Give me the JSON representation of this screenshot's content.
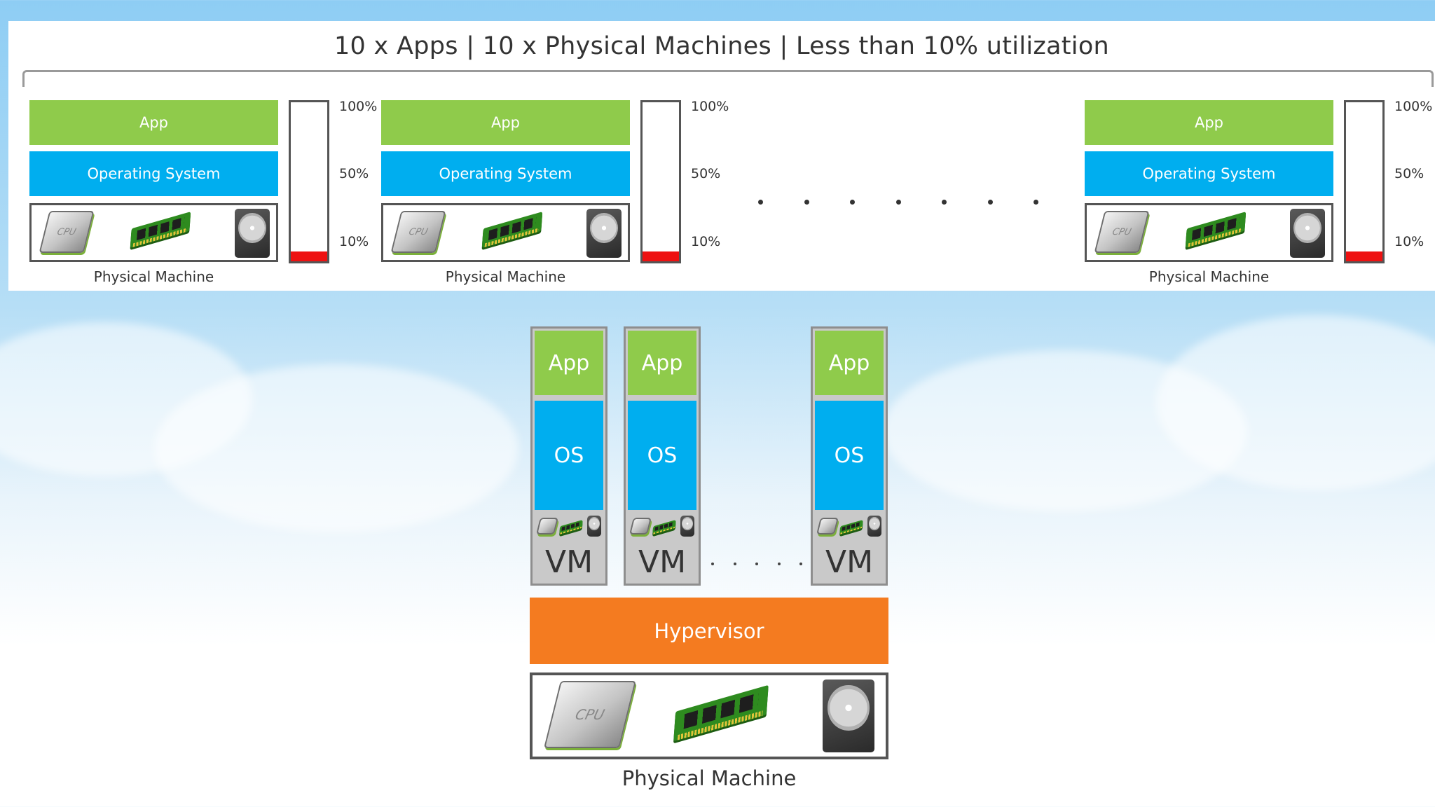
{
  "title": "10 x Apps  |  10 x Physical Machines  |  Less than 10% utilization",
  "physical_machines": [
    {
      "app_label": "App",
      "os_label": "Operating System",
      "machine_label": "Physical Machine",
      "utilization_percent": 10
    },
    {
      "app_label": "App",
      "os_label": "Operating System",
      "machine_label": "Physical Machine",
      "utilization_percent": 10
    },
    {
      "app_label": "App",
      "os_label": "Operating System",
      "machine_label": "Physical Machine",
      "utilization_percent": 10
    }
  ],
  "gauge_ticks": [
    "100%",
    "50%",
    "10%"
  ],
  "hardware_icons": [
    "cpu-icon",
    "ram-icon",
    "hard-disk-icon"
  ],
  "cpu_label": "CPU",
  "virtual_machines": [
    {
      "app_label": "App",
      "os_label": "OS",
      "vm_label": "VM"
    },
    {
      "app_label": "App",
      "os_label": "OS",
      "vm_label": "VM"
    },
    {
      "app_label": "App",
      "os_label": "OS",
      "vm_label": "VM"
    }
  ],
  "hypervisor_label": "Hypervisor",
  "host_machine_label": "Physical Machine",
  "colors": {
    "app": "#8fcb4b",
    "os": "#00aeef",
    "hypervisor": "#f47b20",
    "utilization": "#ee1111"
  }
}
